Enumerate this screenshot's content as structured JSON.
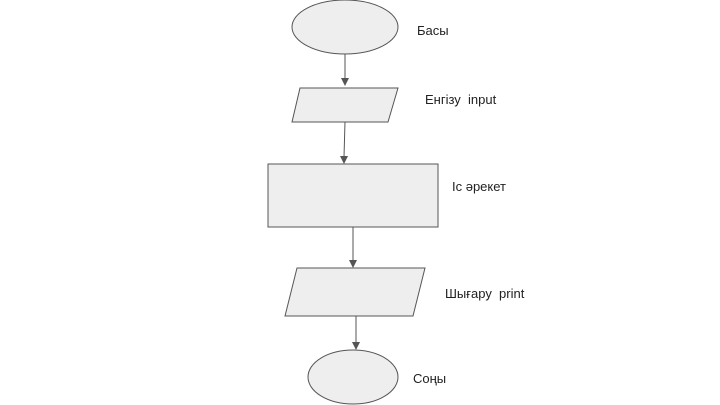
{
  "flowchart": {
    "start": {
      "label": "Басы"
    },
    "input": {
      "label": "Енгізу  input"
    },
    "process": {
      "label": "Іс әрекет"
    },
    "output": {
      "label": "Шығару  print"
    },
    "end": {
      "label": "Соңы"
    }
  }
}
